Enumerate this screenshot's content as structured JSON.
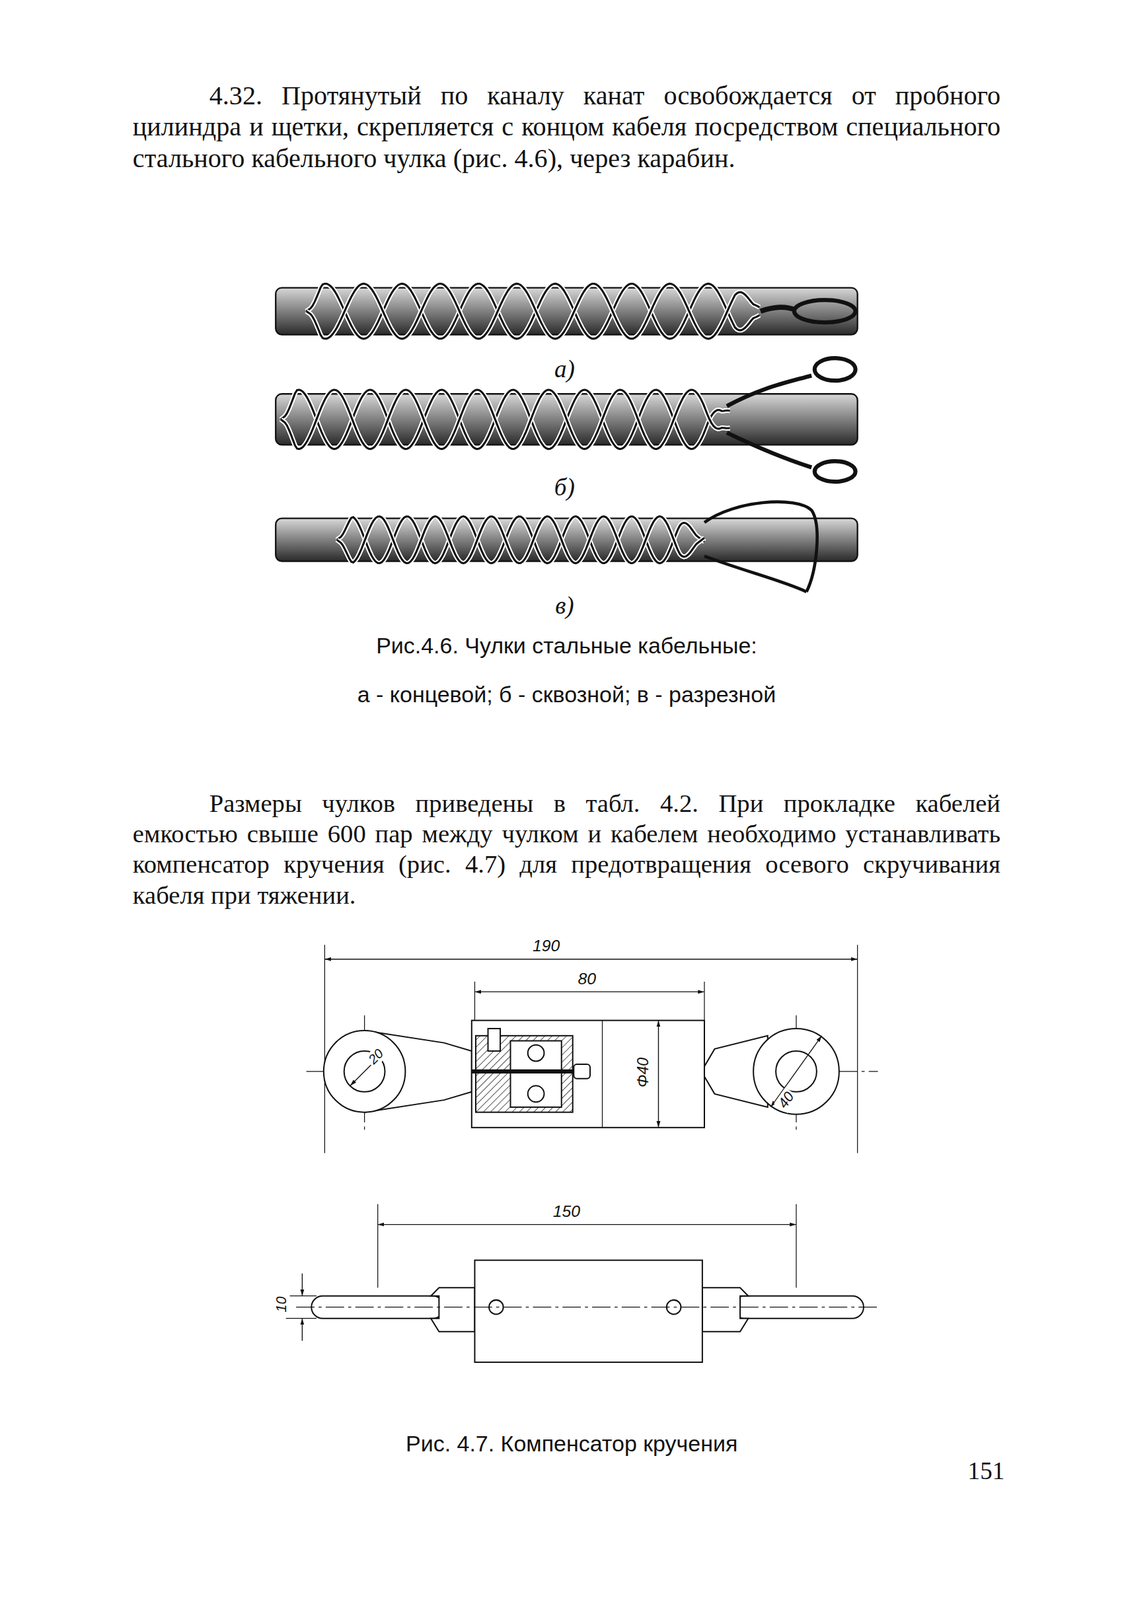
{
  "diagram": {
    "labels": [
      "4.32. Протянутый по каналу канат освобождается от пробного цилиндра и щетки, скрепляется с концом кабеля посредством специального стального кабельного чулка (рис. 4.6), через карабин.",
      "а)",
      "б)",
      "в)",
      "Рис.4.6. Чулки стальные кабельные:",
      "а - концевой; б - сквозной; в - разрезной",
      "Размеры чулков приведены в табл. 4.2. При прокладке кабелей емкостью свыше 600 пар между чулком и кабелем необходимо устанавливать компенсатор кручения (рис. 4.7) для предотвращения осевого скручивания кабеля при тяжении.",
      "190",
      "80",
      "20",
      "Φ40",
      "40",
      "150",
      "10",
      "Рис. 4.7. Компенсатор кручения",
      "151"
    ]
  }
}
